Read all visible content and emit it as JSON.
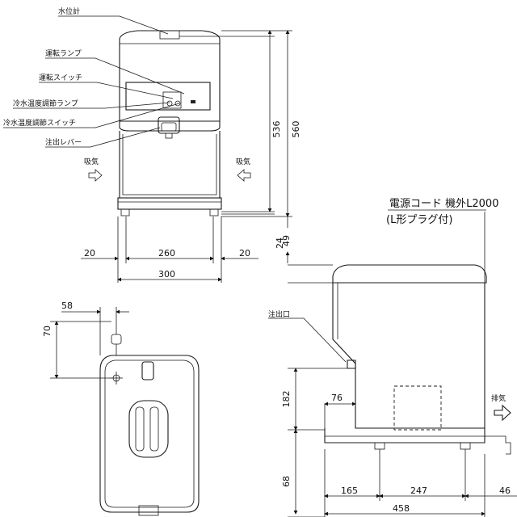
{
  "front_labels": {
    "water_gauge": "水位計",
    "operation_lamp": "運転ランプ",
    "operation_switch": "運転スイッチ",
    "cold_temp_lamp": "冷水温度調節ランプ",
    "cold_temp_switch": "冷水温度調節スイッチ",
    "dispense_lever": "注出レバー",
    "intake_left": "吸気",
    "intake_right": "吸気"
  },
  "front_dims": {
    "h536": "536",
    "h560": "560",
    "h24": "24",
    "w20_left": "20",
    "w260": "260",
    "w20_right": "20",
    "w300": "300"
  },
  "power_cord": {
    "line1": "電源コード 機外L2000",
    "line2": "(L形プラグ付)"
  },
  "side_labels": {
    "spout": "注出口",
    "exhaust": "排気"
  },
  "side_dims": {
    "h49": "49",
    "h182": "182",
    "w76": "76",
    "h68": "68",
    "w165": "165",
    "w247": "247",
    "w46": "46",
    "w458": "458"
  },
  "top_dims": {
    "w58": "58",
    "h70": "70"
  }
}
